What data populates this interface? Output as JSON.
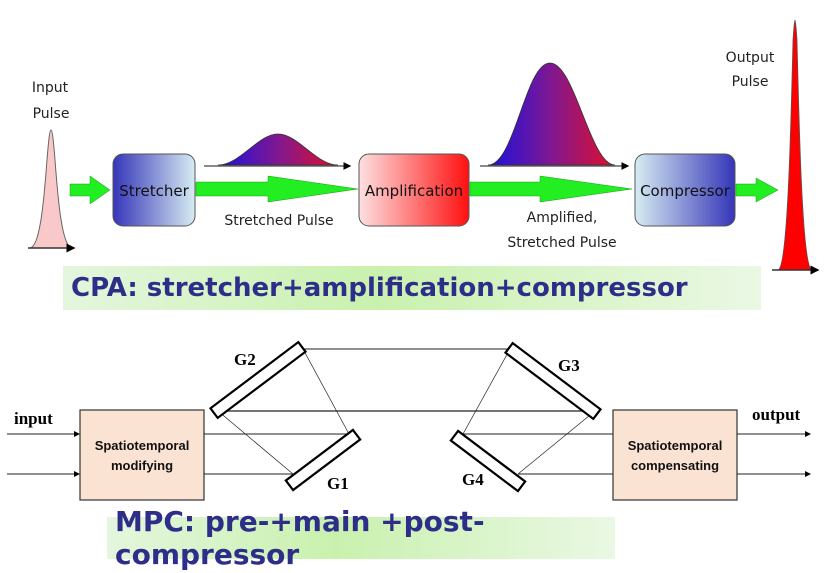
{
  "cpa_diagram": {
    "input_pulse_label": [
      "Input",
      "Pulse"
    ],
    "output_pulse_label": [
      "Output",
      "Pulse"
    ],
    "stages": [
      {
        "name": "stretcher",
        "label": "Stretcher"
      },
      {
        "name": "amplification",
        "label": "Amplification"
      },
      {
        "name": "compressor",
        "label": "Compressor"
      }
    ],
    "stretched_pulse_label": "Stretched Pulse",
    "amplified_pulse_label": [
      "Amplified,",
      "Stretched Pulse"
    ],
    "colors": {
      "arrow": "#22ee22",
      "input_pulse": "#f9c8c8",
      "output_pulse": "#ff0000",
      "stretcher_dark": "#3a3ac0",
      "amplification_red": "#ff1a1a"
    }
  },
  "cpa_banner": "CPA: stretcher+amplification+compressor",
  "mpc_diagram": {
    "input_label": "input",
    "output_label": "output",
    "pre_box": [
      "Spatiotemporal",
      "modifying"
    ],
    "post_box": [
      "Spatiotemporal",
      "compensating"
    ],
    "gratings": [
      "G1",
      "G2",
      "G3",
      "G4"
    ],
    "box_fill": "#fbe3d3"
  },
  "mpc_banner": "MPC: pre-+main +post- compressor"
}
